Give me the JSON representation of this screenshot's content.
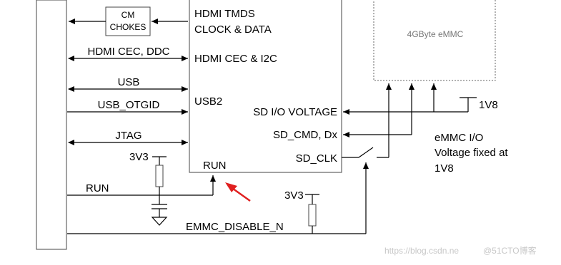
{
  "diagram": {
    "cm_chokes": [
      "CM",
      "CHOKES"
    ],
    "hdmi_tmds": [
      "HDMI TMDS",
      "CLOCK & DATA"
    ],
    "hdmi_cec_ddc": "HDMI CEC, DDC",
    "hdmi_cec_i2c": "HDMI CEC & I2C",
    "usb": "USB",
    "usb_otgid": "USB_OTGID",
    "usb2": "USB2",
    "jtag": "JTAG",
    "emmc_label": "4GByte eMMC",
    "sd_io_voltage": "SD I/O VOLTAGE",
    "sd_cmd": "SD_CMD, Dx",
    "sd_clk": "SD_CLK",
    "v1v8": "1V8",
    "emmc_io_note": [
      "eMMC I/O",
      "Voltage fixed at",
      "1V8"
    ],
    "v3v3_a": "3V3",
    "v3v3_b": "3V3",
    "run_pin": "RUN",
    "run_signal": "RUN",
    "emmc_disable": "EMMC_DISABLE_N",
    "arrow_color": "#e02020",
    "watermark_1": "https://blog.csdn.ne",
    "watermark_2": "@51CTO博客"
  }
}
